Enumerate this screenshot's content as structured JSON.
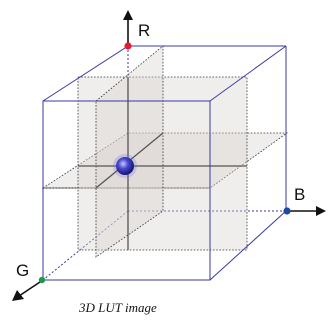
{
  "axes": {
    "r_label": "R",
    "g_label": "G",
    "b_label": "B"
  },
  "colors": {
    "r_point": "#e8192c",
    "g_point": "#1a9a4a",
    "b_point": "#1c4aa0",
    "center_point": "#23239a",
    "cube_edge": "#3a3aa0"
  },
  "caption": "3D LUT image"
}
